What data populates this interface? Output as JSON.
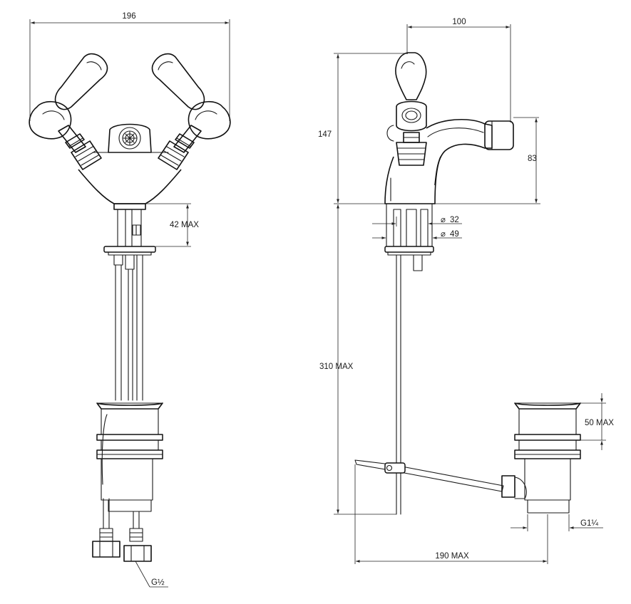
{
  "dimensions": {
    "front_width": "196",
    "front_deck_max": "42 MAX",
    "thread_inlet": "G½",
    "side_spout_reach": "100",
    "side_height": "147",
    "side_spout_height": "83",
    "hole_small": "32",
    "hole_large": "49",
    "rod_max": "310 MAX",
    "waste_max": "50 MAX",
    "waste_thread": "G1¼",
    "lever_max": "190 MAX"
  },
  "symbols": {
    "diameter": "⌀"
  },
  "colors": {
    "line": "#111111",
    "background": "#ffffff"
  }
}
